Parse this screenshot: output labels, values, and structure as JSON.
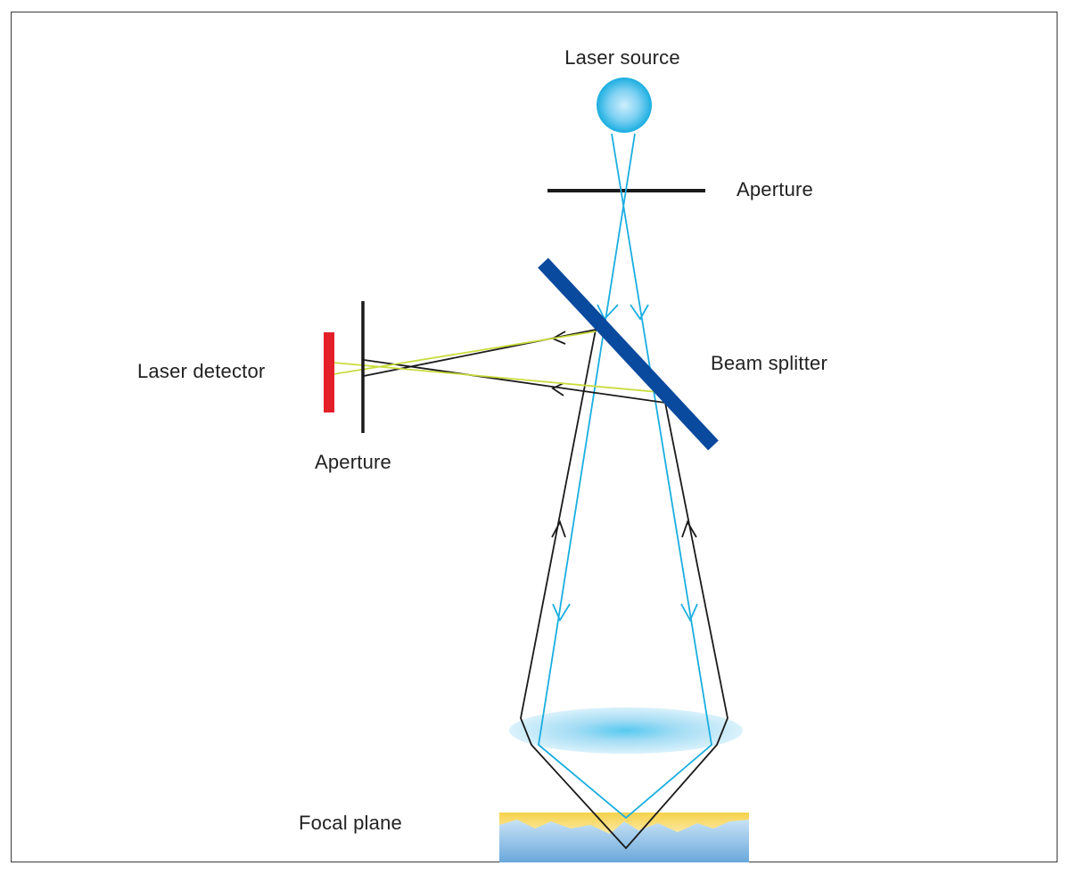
{
  "labels": {
    "laser_source": "Laser source",
    "aperture_top": "Aperture",
    "beam_splitter": "Beam splitter",
    "laser_detector": "Laser detector",
    "aperture_detector": "Aperture",
    "focal_plane": "Focal plane"
  },
  "colors": {
    "laser_beam": "#1aaee0",
    "return_beam": "#1a1a1a",
    "detected_beam": "#c8dc3c",
    "beam_splitter": "#0a4a9e",
    "detector": "#e3202a",
    "aperture": "#1a1a1a",
    "lens": "#8fd6f2",
    "laser_source": "#1aaee0",
    "sample_surface": "#f2c53d",
    "sample_body": "#8cc2e8"
  }
}
